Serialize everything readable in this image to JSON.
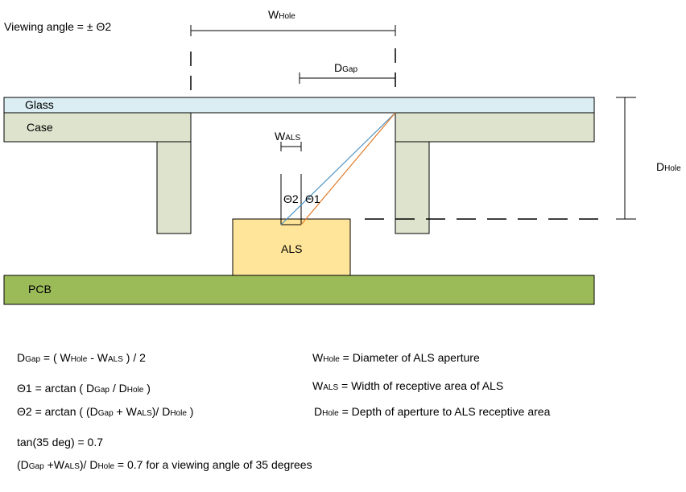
{
  "diagram": {
    "viewing_angle": "Viewing angle = ± Θ2",
    "w_hole_main": "W",
    "w_hole_sub": "Hole",
    "d_gap_main": "D",
    "d_gap_sub": "Gap",
    "w_als_main": "W",
    "w_als_sub": "ALS",
    "d_hole_main": "D",
    "d_hole_sub": "Hole",
    "glass": "Glass",
    "case": "Case",
    "als": "ALS",
    "pcb": "PCB",
    "theta2": "Θ2",
    "theta1": "Θ1"
  },
  "formulas": {
    "f1": [
      "D",
      "Gap",
      " = ( W",
      "Hole",
      " - W",
      "ALS",
      " ) / 2"
    ],
    "f2": [
      "Θ1 = arctan ( D",
      "Gap",
      " / D",
      "Hole",
      " )"
    ],
    "f3": [
      "Θ2 = arctan ( (D",
      "Gap",
      " + W",
      "ALS",
      ")/ D",
      "Hole",
      " )"
    ],
    "f4": [
      "tan(35 deg) = 0.7"
    ],
    "f5": [
      "(D",
      "Gap",
      " +W",
      "ALS",
      ")/ D",
      "Hole",
      " = 0.7 for a viewing angle of 35 degrees"
    ],
    "d1": [
      "W",
      "Hole",
      " = Diameter of ALS aperture"
    ],
    "d2": [
      "W",
      "ALS",
      " = Width of receptive area of ALS"
    ],
    "d3": [
      "D",
      "Hole",
      " = Depth of aperture to ALS receptive area"
    ]
  },
  "colors": {
    "glass": "#daeef3",
    "case": "#dde3cc",
    "als": "#ffe599",
    "pcb": "#9bbb59",
    "ray_blue": "#4a90c2",
    "ray_orange": "#e07b2a"
  }
}
